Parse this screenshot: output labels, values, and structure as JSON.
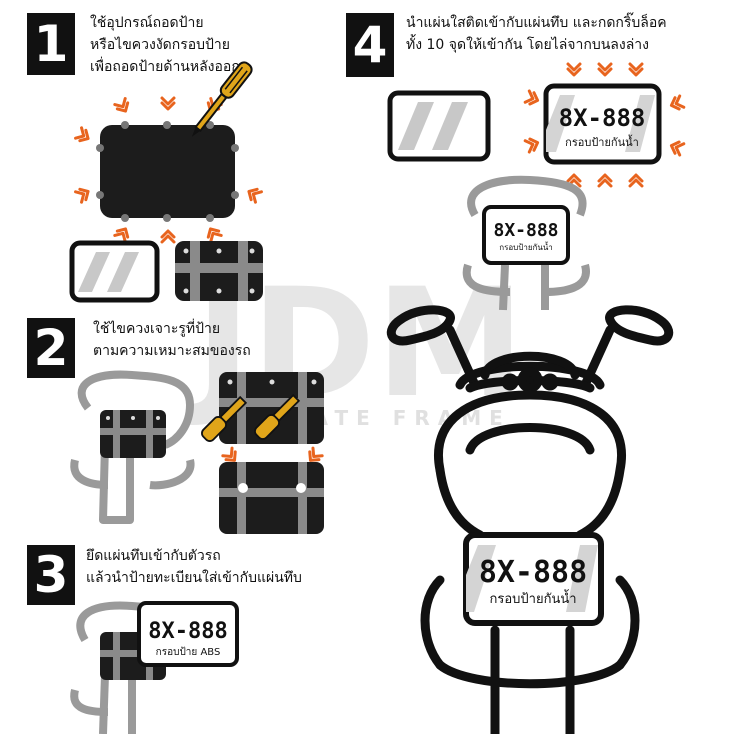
{
  "steps": [
    {
      "number": "1",
      "lines": [
        "ใช้อุปกรณ์ถอดป้าย",
        "หรือไขควงงัดกรอบป้าย",
        "เพื่อถอดป้ายด้านหลังออก"
      ]
    },
    {
      "number": "2",
      "lines": [
        "ใช้ไขควงเจาะรูที่ป้าย",
        "ตามความเหมาะสมของรถ"
      ]
    },
    {
      "number": "3",
      "lines": [
        "ยึดแผ่นทึบเข้ากับตัวรถ",
        "แล้วนำป้ายทะเบียนใส่เข้ากับแผ่นทึบ"
      ]
    },
    {
      "number": "4",
      "lines": [
        "นำแผ่นใสติดเข้ากับแผ่นทึบ และกดกริ๊บล็อค",
        "ทั้ง 10 จุดให้เข้ากัน โดยไล่จากบนลงล่าง"
      ]
    }
  ],
  "plates": {
    "number": "8X-888",
    "waterproof_label": "กรอบป้ายกันน้ำ",
    "abs_label": "กรอบป้าย ABS"
  },
  "watermark": {
    "brand": "JDM",
    "tagline": "PLATE FRAME"
  },
  "colors": {
    "arrow": "#e8641e",
    "dark": "#1c1c1c",
    "grey": "#9a9a9a",
    "screwdriver": "#e0a51a"
  }
}
